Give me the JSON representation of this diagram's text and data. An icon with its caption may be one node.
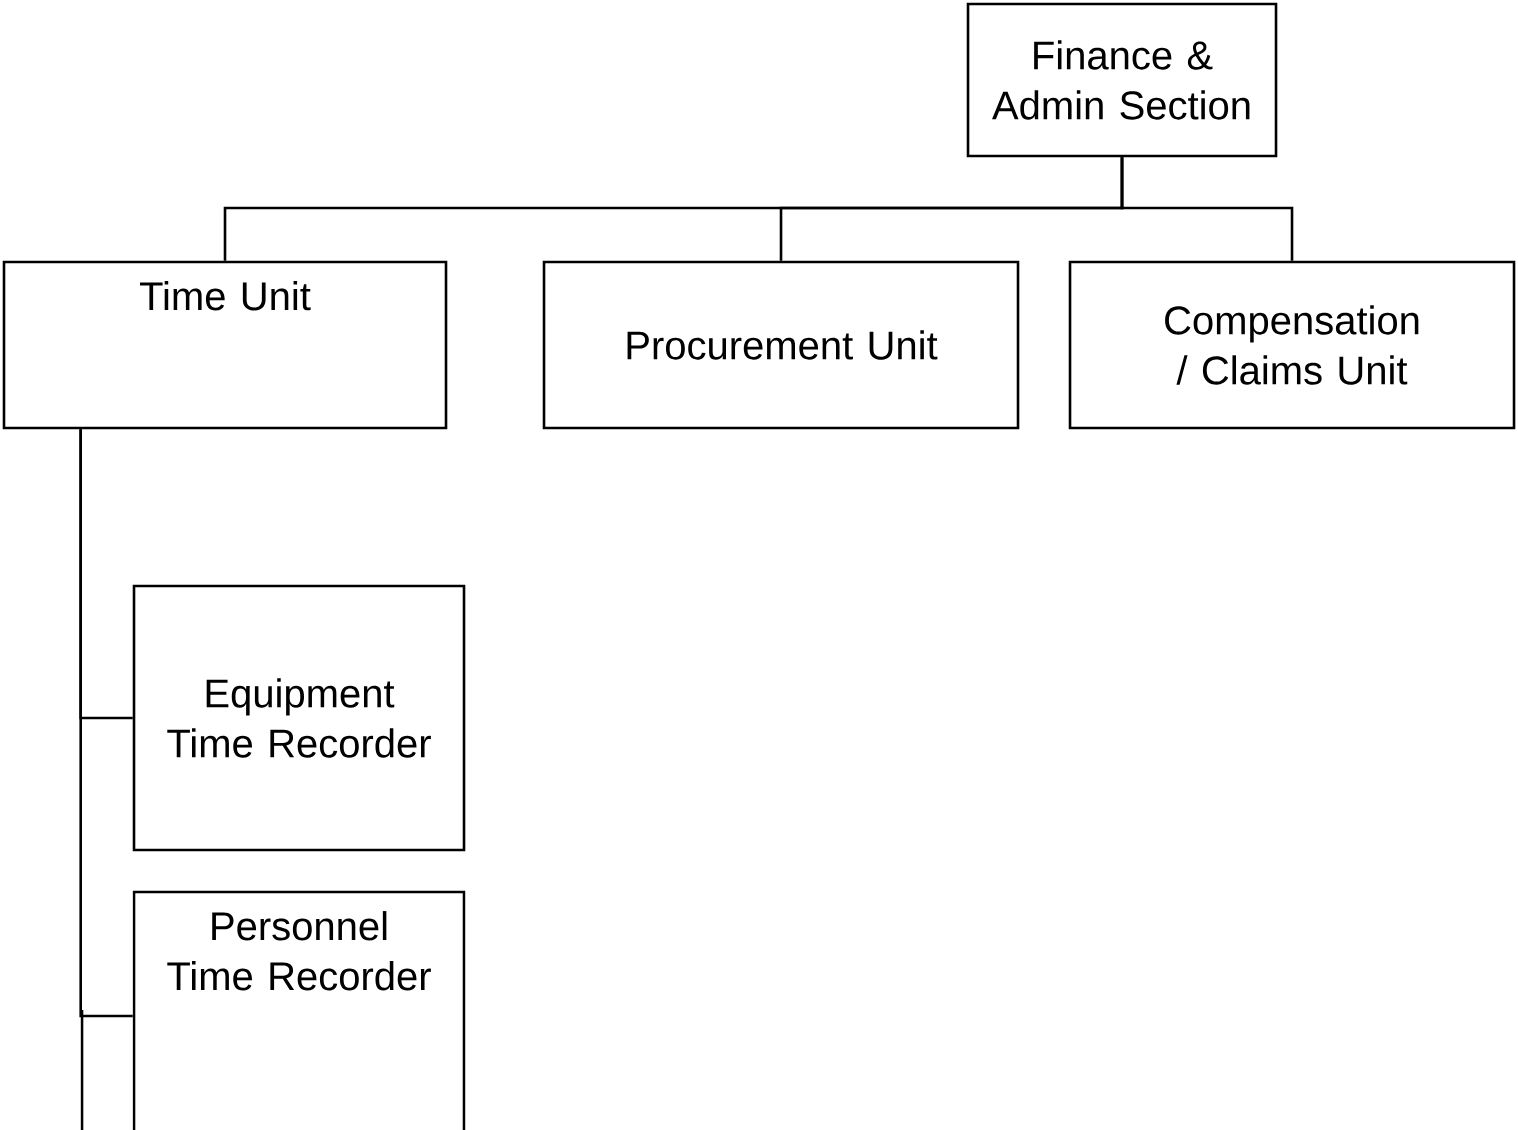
{
  "diagram": {
    "nodes": [
      {
        "text": [
          "Finance & Admin Section"
        ]
      },
      {
        "text": [
          "Time Unit"
        ]
      },
      {
        "text": [
          "Procurement Unit"
        ]
      },
      {
        "text": [
          "Compensation / Claims Unit"
        ]
      },
      {
        "text": [
          "Equipment Time Recorder"
        ]
      },
      {
        "text": [
          "Personnel Time Recorder"
        ]
      }
    ],
    "edges": [
      {
        "from": 0,
        "to": 1,
        "arrow": "none"
      },
      {
        "from": 0,
        "to": 2,
        "arrow": "none"
      },
      {
        "from": 0,
        "to": 3,
        "arrow": "none"
      },
      {
        "from": 1,
        "to": 4,
        "arrow": "none"
      },
      {
        "from": 1,
        "to": 5,
        "arrow": "none"
      }
    ]
  }
}
